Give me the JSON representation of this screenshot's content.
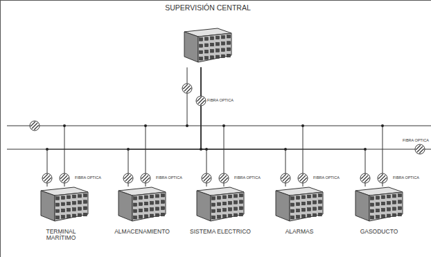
{
  "diagram": {
    "nodes": [
      {
        "text": [
          "SUPERVISIÓN CENTRAL"
        ]
      },
      {
        "text": [
          "TERMINAL MARÍTIMO"
        ]
      },
      {
        "text": [
          "ALMACENAMIENTO"
        ]
      },
      {
        "text": [
          "SISTEMA ELECTRICO"
        ]
      },
      {
        "text": [
          "ALARMAS"
        ]
      },
      {
        "text": [
          "GASODUCTO"
        ]
      }
    ],
    "edges": [
      {
        "from": 0,
        "to": 1,
        "arrow": "none"
      },
      {
        "from": 0,
        "to": 2,
        "arrow": "none"
      },
      {
        "from": 0,
        "to": 3,
        "arrow": "none"
      },
      {
        "from": 0,
        "to": 4,
        "arrow": "none"
      },
      {
        "from": 0,
        "to": 5,
        "arrow": "none"
      }
    ],
    "labels": [
      "FIBRA OPTICA",
      "FIBRA OPTICA",
      "FIBRA OPTICA",
      "FIBRA OPTICA",
      "FIBRA OPTICA",
      "FIBRA OPTICA",
      "FIBRA OPTICA"
    ]
  }
}
